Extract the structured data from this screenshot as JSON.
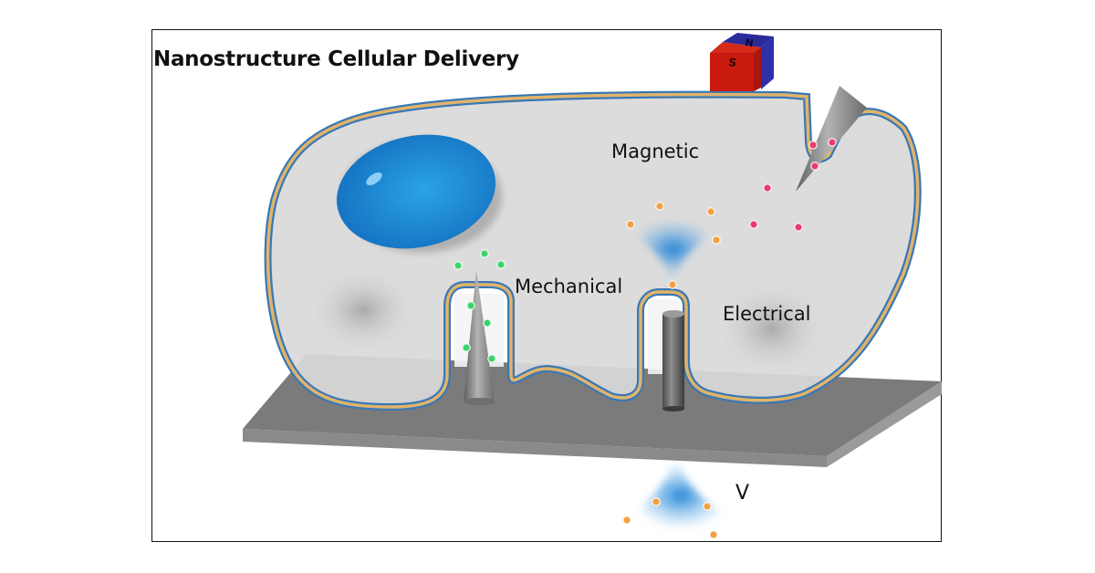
{
  "figure": {
    "title": "Nanostructure Cellular Delivery",
    "labels": {
      "magnetic": "Magnetic",
      "mechanical": "Mechanical",
      "electrical": "Electrical",
      "voltage": "V"
    },
    "magnet": {
      "north": "N",
      "south": "S"
    }
  },
  "colors": {
    "cytoplasm": "#d9d9d9",
    "membrane_outer": "#3a78b5",
    "membrane_inner": "#e1b46a",
    "nucleus": "#1e88d6",
    "substrate": "#7f7f7f",
    "mechanical_cargo": "#3ad36a",
    "electrical_cargo": "#f2a040",
    "magnetic_cargo": "#e83c6e",
    "magnet_north": "#2a2a9a",
    "magnet_south": "#c91a10"
  }
}
